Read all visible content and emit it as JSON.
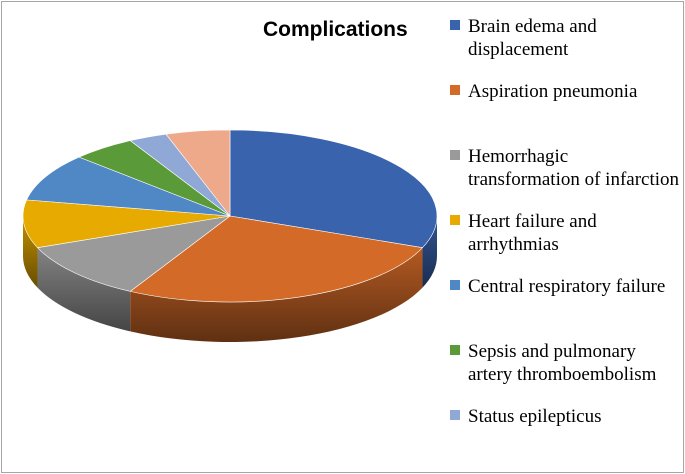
{
  "chart_data": {
    "type": "pie",
    "style": "3d",
    "title": "Complications",
    "legend_position": "right",
    "series": [
      {
        "label": "Brain edema and displacement",
        "value": 31,
        "color": "#3a63ad"
      },
      {
        "label": "Aspiration pneumonia",
        "value": 27,
        "color": "#d46a28"
      },
      {
        "label": "Hemorrhagic transformation of infarction",
        "value": 11,
        "color": "#9a9a9a"
      },
      {
        "label": "Heart failure and arrhythmias",
        "value": 9,
        "color": "#e6aa00"
      },
      {
        "label": "Central respiratory failure",
        "value": 9,
        "color": "#4f88c4"
      },
      {
        "label": "Sepsis and pulmonary artery thromboembolism",
        "value": 5,
        "color": "#5a9a38"
      },
      {
        "label": "Status epilepticus",
        "value": 3,
        "color": "#8fa8d6"
      },
      {
        "label": "",
        "value": 5,
        "color": "#eea98b"
      }
    ]
  }
}
